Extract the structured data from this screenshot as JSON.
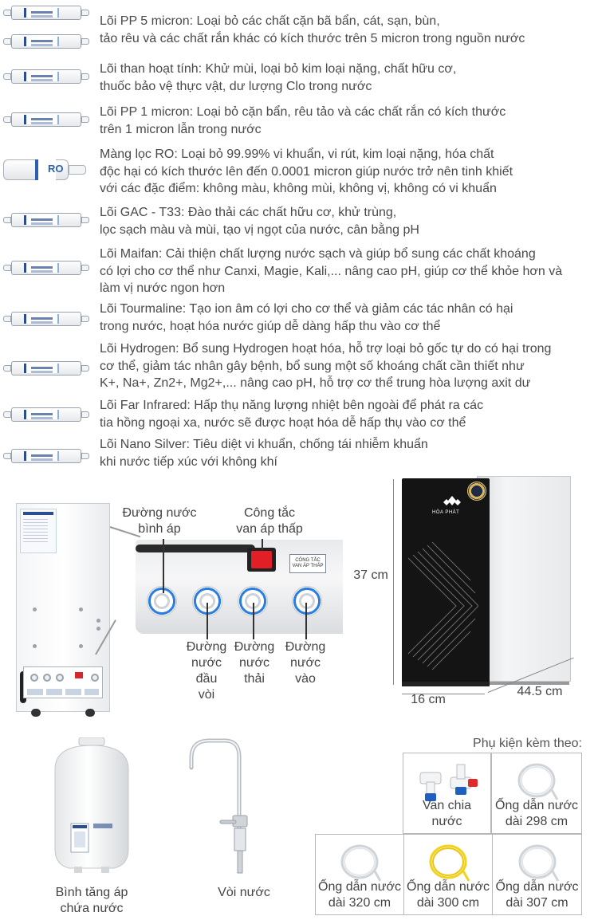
{
  "filters": [
    {
      "name": "pp5",
      "lines": [
        "Lõi PP 5 micron: Loại bỏ các chất cặn bã bẩn, cát, sạn, bùn,",
        "tảo rêu và các chất rắn khác có kích thước trên 5 micron trong nguồn nước"
      ]
    },
    {
      "name": "carbon",
      "lines": [
        "Lõi than hoạt tính: Khử mùi, loại bỏ kim loại nặng, chất hữu cơ,",
        "thuốc bảo vệ thực vật, dư lượng Clo trong nước"
      ]
    },
    {
      "name": "pp1",
      "lines": [
        "Lõi PP 1 micron: Loại bỏ cặn bẩn, rêu tảo và các chất rắn có kích thước",
        "trên 1 micron lẫn trong nước"
      ]
    },
    {
      "name": "ro",
      "lines": [
        "Màng lọc RO: Loại bỏ 99.99% vi khuẩn, vi rút, kim loại nặng, hóa chất",
        "độc hại có kích thước lên đến 0.0001 micron giúp nước trở nên tinh khiết",
        "với các đặc điểm: không màu, không mùi, không vị, không có vi khuẩn"
      ]
    },
    {
      "name": "gac",
      "lines": [
        "Lõi GAC - T33: Đào thải các chất hữu cơ, khử trùng,",
        "lọc sạch màu và mùi, tạo vị ngọt của nước, cân bằng pH"
      ]
    },
    {
      "name": "maifan",
      "lines": [
        "Lõi Maifan: Cải thiện chất lượng nước sạch và giúp bổ sung các chất khoáng",
        "có lợi cho cơ thể như Canxi, Magie, Kali,... nâng cao pH, giúp cơ thể khỏe hơn và",
        "làm vị nước ngon hơn"
      ]
    },
    {
      "name": "tourmaline",
      "lines": [
        "Lõi Tourmaline: Tạo ion âm có lợi cho cơ thể và giảm các tác nhân có hại",
        "trong nước, hoạt hóa nước giúp dễ dàng hấp thu vào cơ thể"
      ]
    },
    {
      "name": "hydrogen",
      "lines": [
        "Lõi Hydrogen: Bổ sung Hydrogen hoạt hóa, hỗ trợ loại bỏ gốc tự do có hại trong",
        "cơ thể, giảm tác nhân gây bệnh, bổ sung một số khoáng chất cần thiết như",
        "K+, Na+, Zn2+, Mg2+,... nâng cao pH, hỗ trợ cơ thể trung hòa lượng axit dư"
      ]
    },
    {
      "name": "far-infrared",
      "lines": [
        "Lõi Far Infrared: Hấp thụ năng lượng nhiệt bên ngoài để phát ra các",
        "tia hồng ngoại xa, nước sẽ được hoạt hóa dễ hấp thụ vào cơ thể"
      ]
    },
    {
      "name": "nano-silver",
      "lines": [
        "Lõi Nano Silver: Tiêu diệt vi khuẩn, chống tái nhiễm khuẩn",
        "khi nước tiếp xúc với không khí"
      ]
    }
  ],
  "ro_label": "RO",
  "ports": {
    "tank": [
      "Đường nước",
      "bình áp"
    ],
    "switch": [
      "Công tắc",
      "van áp thấp"
    ],
    "switch_tag": [
      "CÔNG TẮC",
      "VAN ÁP THẤP"
    ],
    "faucet": [
      "Đường",
      "nước",
      "đầu",
      "vòi"
    ],
    "waste": [
      "Đường",
      "nước",
      "thải"
    ],
    "inlet": [
      "Đường",
      "nước",
      "vào"
    ]
  },
  "product": {
    "brand": "HÒA PHÁT",
    "height": "37 cm",
    "width": "16 cm",
    "depth": "44.5 cm"
  },
  "tank_label": [
    "Bình tăng áp",
    "chứa nước"
  ],
  "faucet_label": "Vòi nước",
  "accessories": {
    "heading": "Phụ kiện kèm theo:",
    "items": [
      {
        "lines": [
          "Van chia",
          "nước"
        ]
      },
      {
        "lines": [
          "Ống dẫn nước",
          "dài 298 cm"
        ]
      },
      {
        "lines": [
          "Ống dẫn nước",
          "dài 320 cm"
        ]
      },
      {
        "lines": [
          "Ống dẫn nước",
          "dài 300 cm"
        ]
      },
      {
        "lines": [
          "Ống dẫn nước",
          "dài 307 cm"
        ]
      }
    ]
  },
  "colors": {
    "accent_blue": "#2a7de1",
    "switch_red": "#e21f26",
    "tube_yellow": "#f2d21b"
  }
}
